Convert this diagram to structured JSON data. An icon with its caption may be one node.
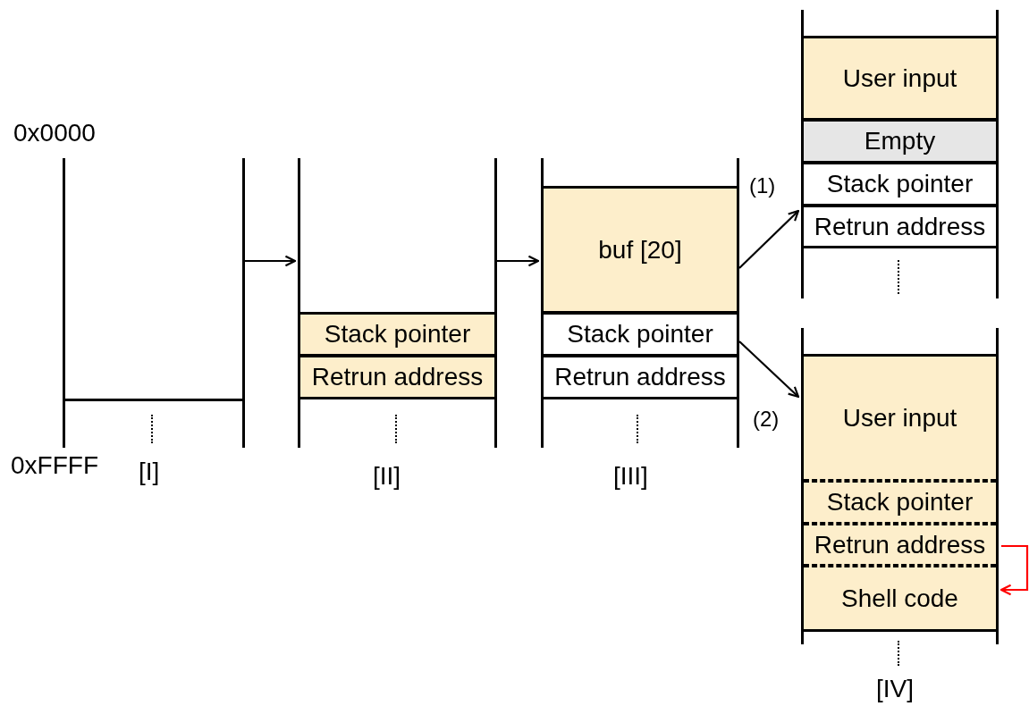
{
  "diagram": {
    "nodes": [
      {
        "text": [],
        "shape": "box",
        "beside": [
          "[I]"
        ]
      },
      {
        "text": [],
        "shape": "box",
        "beside": [
          "[II]"
        ]
      },
      {
        "text": [
          "Stack pointer"
        ],
        "in": 1
      },
      {
        "text": [
          "Retrun address"
        ],
        "in": 1
      },
      {
        "text": [],
        "shape": "box",
        "beside": [
          "[III]"
        ]
      },
      {
        "text": [
          "buf [20]"
        ],
        "in": 4
      },
      {
        "text": [
          "Stack pointer"
        ],
        "in": 4
      },
      {
        "text": [
          "Retrun address"
        ],
        "in": 4
      },
      {
        "text": [],
        "shape": "box"
      },
      {
        "text": [
          "User input"
        ],
        "in": 8
      },
      {
        "text": [
          "Empty"
        ],
        "in": 8
      },
      {
        "text": [
          "Stack pointer"
        ],
        "in": 8
      },
      {
        "text": [
          "Retrun address"
        ],
        "in": 8
      },
      {
        "text": [],
        "shape": "box"
      },
      {
        "text": [
          "User input"
        ],
        "in": 13
      },
      {
        "text": [
          "Stack pointer"
        ],
        "in": 13
      },
      {
        "text": [
          "Retrun address"
        ],
        "in": 13
      },
      {
        "text": [
          "Shell code"
        ],
        "in": 13
      }
    ],
    "edges": [
      {
        "from": 0,
        "to": 1,
        "arrow": "to"
      },
      {
        "from": 1,
        "to": 4,
        "arrow": "to"
      },
      {
        "from": 4,
        "to": 8,
        "arrow": "to"
      },
      {
        "from": 4,
        "to": 13,
        "arrow": "to"
      },
      {
        "from": 16,
        "to": 17,
        "arrow": "to",
        "color": "#ff0000"
      }
    ],
    "labels": [
      "0x0000",
      "(1)",
      "(2)",
      "0xFFFF",
      "[IV]"
    ]
  }
}
